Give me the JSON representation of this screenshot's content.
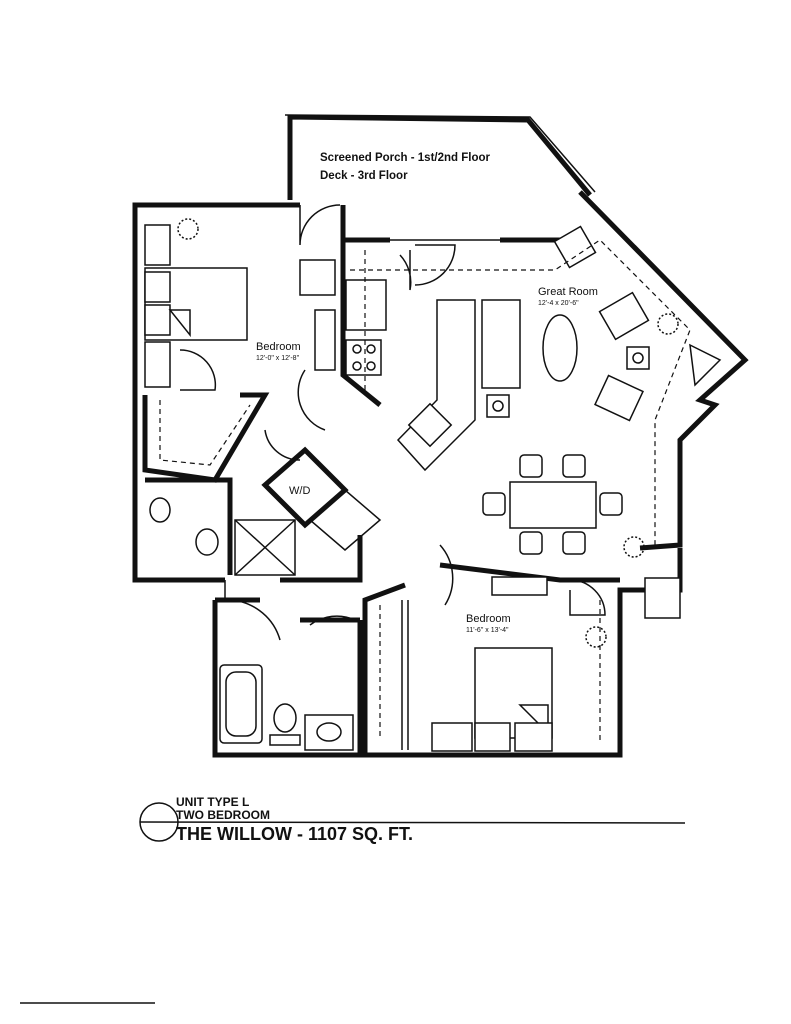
{
  "plan": {
    "porch_label_1": "Screened Porch - 1st/2nd Floor",
    "porch_label_2": "Deck - 3rd Floor",
    "great_room": {
      "name": "Great Room",
      "size": "12'-4 x 20'-6\""
    },
    "bedroom_1": {
      "name": "Bedroom",
      "size": "12'-0\" x 12'-8\""
    },
    "bedroom_2": {
      "name": "Bedroom",
      "size": "11'-6\" x 13'-4\""
    },
    "laundry": "W/D"
  },
  "title_block": {
    "unit_type": "UNIT TYPE L",
    "bedrooms": "TWO BEDROOM",
    "name": "THE WILLOW - 1107 SQ. FT."
  }
}
